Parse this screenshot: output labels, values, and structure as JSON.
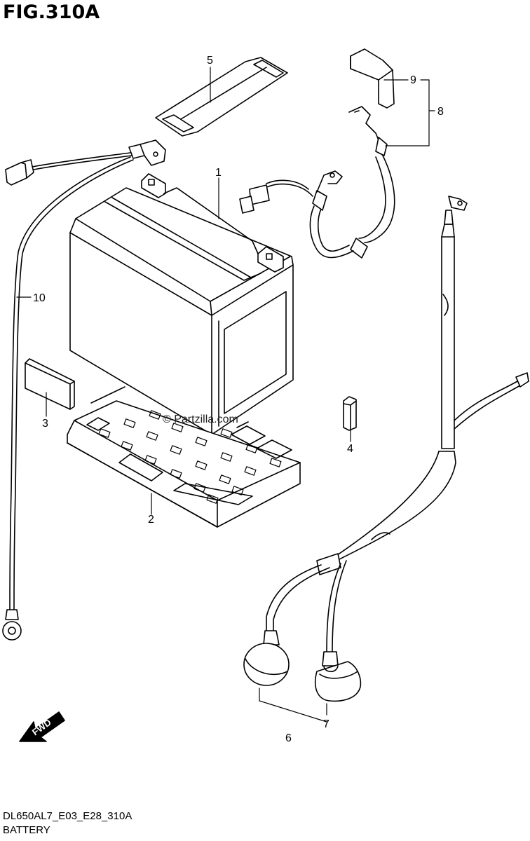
{
  "figure": {
    "title": "FIG.310A",
    "model_code": "DL650AL7_E03_E28_310A",
    "section_name": "BATTERY",
    "watermark": "© Partzilla.com",
    "fwd_label": "FWD"
  },
  "callouts": {
    "c1": "1",
    "c2": "2",
    "c3": "3",
    "c4": "4",
    "c5": "5",
    "c6": "6",
    "c7": "7",
    "c8": "8",
    "c9": "9",
    "c10": "10"
  }
}
